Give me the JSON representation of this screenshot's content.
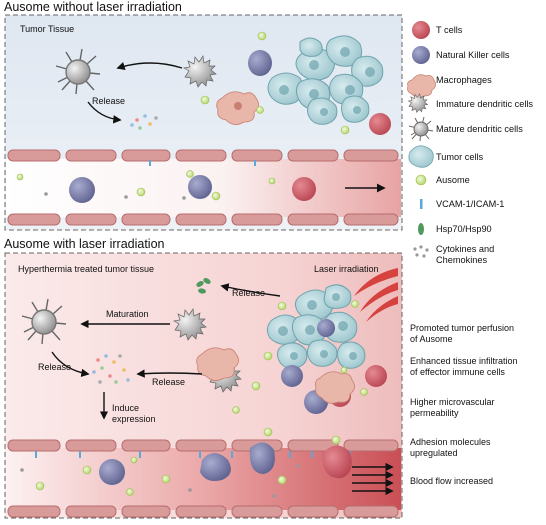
{
  "panel_top": {
    "title": "Ausome without laser irradiation",
    "tissue_label": "Tumor Tissue",
    "release_label": "Release"
  },
  "panel_bottom": {
    "title": "Ausome with laser irradiation",
    "tissue_label": "Hyperthermia treated tumor tissue",
    "laser_label": "Laser irradiation",
    "release_hsp_label": "Release",
    "maturation_label": "Maturation",
    "release_left_label": "Release",
    "release_right_label": "Release",
    "induce_label_1": "Induce",
    "induce_label_2": "expression"
  },
  "legend": [
    {
      "label": "T cells",
      "icon": "t-cell-icon",
      "color": "#c8555f"
    },
    {
      "label": "Natural Killer cells",
      "icon": "nk-cell-icon",
      "color": "#7b7fa8"
    },
    {
      "label": "Macrophages",
      "icon": "macrophage-icon",
      "color": "#e3a99b"
    },
    {
      "label": "Immature dendritic cells",
      "icon": "immature-dc-icon",
      "color": "#b9b9b9"
    },
    {
      "label": "Mature dendritic cells",
      "icon": "mature-dc-icon",
      "color": "#9a9a9a"
    },
    {
      "label": "Tumor cells",
      "icon": "tumor-cell-icon",
      "color": "#a9cfd6"
    },
    {
      "label": "Ausome",
      "icon": "ausome-icon",
      "color": "#c7e28a"
    },
    {
      "label": "VCAM-1/ICAM-1",
      "icon": "vcam-icon",
      "color": "#5aa7d8"
    },
    {
      "label": "Hsp70/Hsp90",
      "icon": "hsp-icon",
      "color": "#4f9a5f"
    },
    {
      "label": "Cytokines and Chemokines",
      "label_line1": "Cytokines and",
      "label_line2": "Chemokines",
      "icon": "cytokine-icon",
      "color": "#999999"
    }
  ],
  "effects": [
    {
      "line1": "Promoted tumor perfusion",
      "line2": "of Ausome"
    },
    {
      "line1": "Enhanced tissue infiltration",
      "line2": "of effector immune cells"
    },
    {
      "line1": "Higher microvascular",
      "line2": "permeability"
    },
    {
      "line1": "Adhesion molecules",
      "line2": "upregulated"
    },
    {
      "line1": "Blood flow increased",
      "line2": ""
    }
  ]
}
